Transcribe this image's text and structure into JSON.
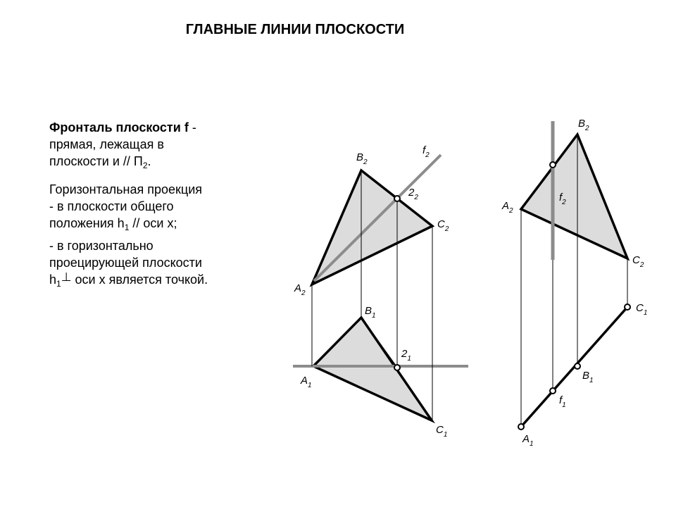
{
  "title": "ГЛАВНЫЕ ЛИНИИ ПЛОСКОСТИ",
  "definition": {
    "term": "Фронталь плоскости f",
    "dash": " -",
    "line2": "прямая, лежащая в",
    "line3_prefix": "плоскости и // П",
    "line3_sub": "2",
    "line3_suffix": "."
  },
  "horizontal_projection": {
    "heading": "Горизонтальная проекция",
    "case1_line1": "- в плоскости общего",
    "case1_line2_prefix": "положения h",
    "case1_line2_sub": "1",
    "case1_line2_suffix": " // оси x;",
    "case2_line1": "- в горизонтально",
    "case2_line2": "проецирующей плоскости",
    "case2_line3_prefix": "h",
    "case2_line3_sub": "1",
    "case2_line3_perp": "⊥",
    "case2_line3_suffix": " оси x является точкой."
  },
  "diagram_left": {
    "labels": {
      "B2": "B",
      "B2_sub": "2",
      "f2": "f",
      "f2_sub": "2",
      "p22": "2",
      "p22_sub": "2",
      "C2": "C",
      "C2_sub": "2",
      "A2": "A",
      "A2_sub": "2",
      "B1": "B",
      "B1_sub": "1",
      "p21": "2",
      "p21_sub": "1",
      "A1": "A",
      "A1_sub": "1",
      "C1": "C",
      "C1_sub": "1"
    }
  },
  "diagram_right": {
    "labels": {
      "B2": "B",
      "B2_sub": "2",
      "A2": "A",
      "A2_sub": "2",
      "f2": "f",
      "f2_sub": "2",
      "C2": "C",
      "C2_sub": "2",
      "C1": "C",
      "C1_sub": "1",
      "B1": "B",
      "B1_sub": "1",
      "f1": "f",
      "f1_sub": "1",
      "A1": "A",
      "A1_sub": "1"
    }
  },
  "colors": {
    "fill": "#dcdcdc",
    "trace": "#8c8c8c",
    "line": "#000000"
  }
}
